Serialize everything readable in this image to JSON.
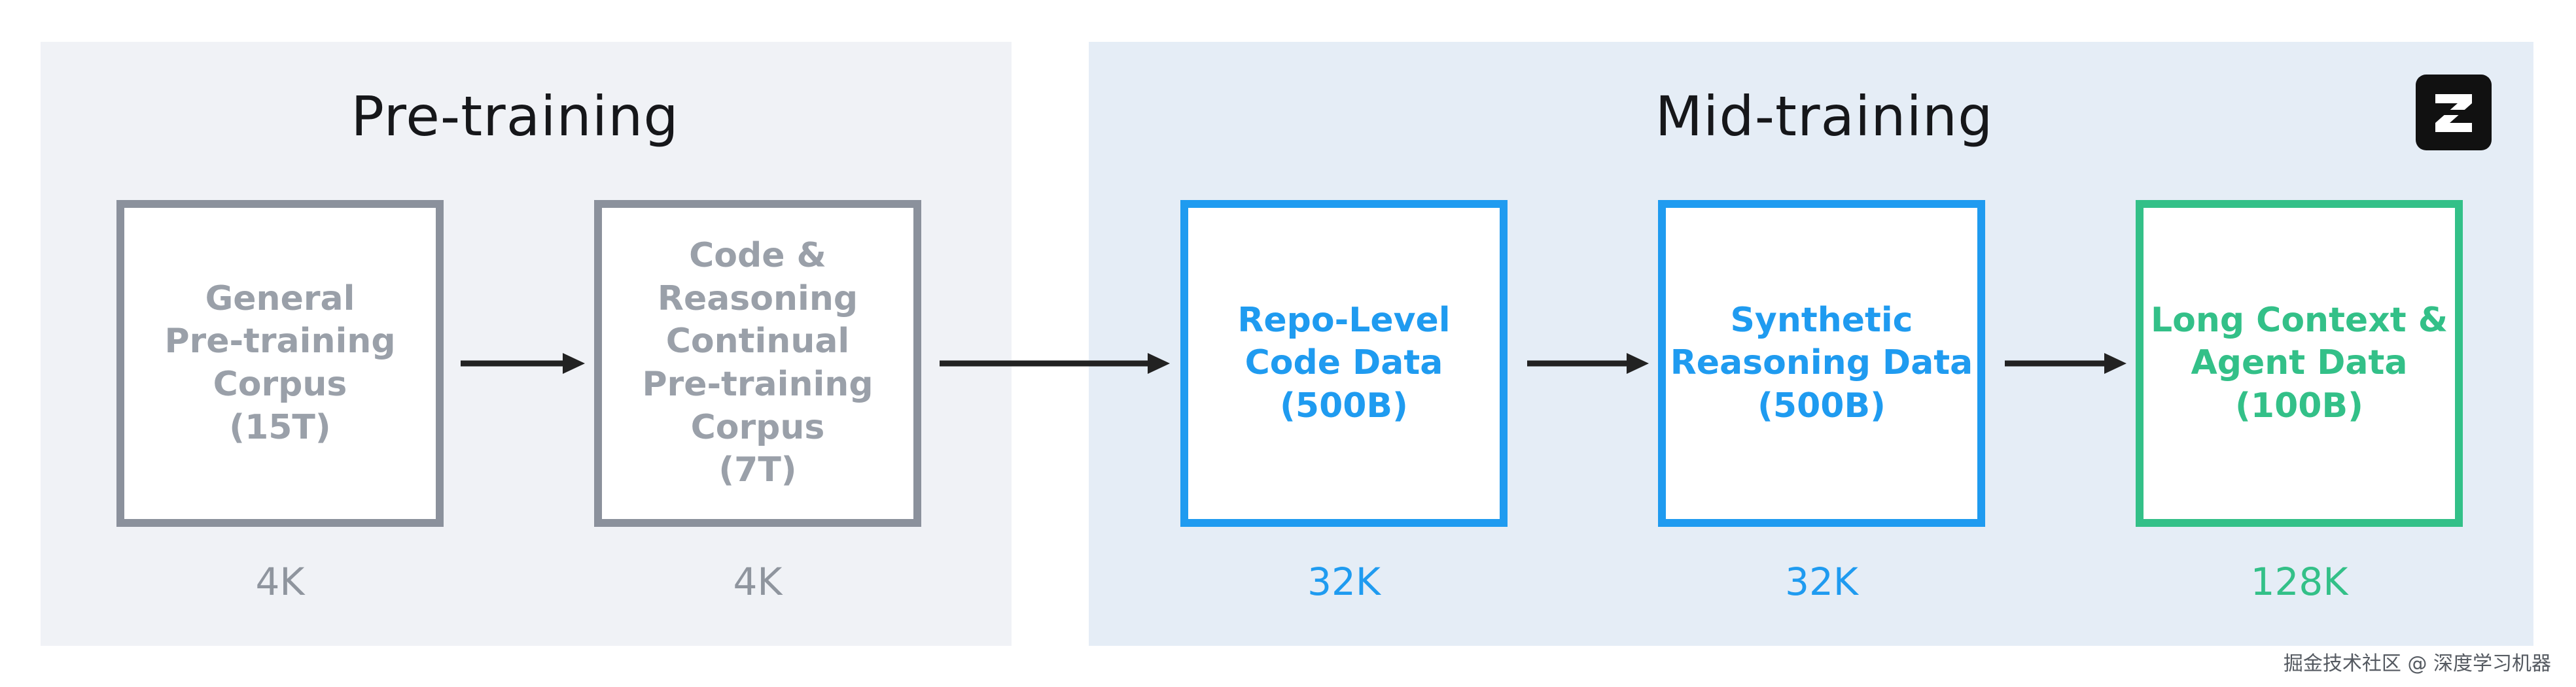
{
  "panels": {
    "pre": {
      "title": "Pre-training"
    },
    "mid": {
      "title": "Mid-training"
    }
  },
  "stages": [
    {
      "label": "General\nPre-training\nCorpus\n(15T)",
      "context": "4K",
      "color": "#8b919c"
    },
    {
      "label": "Code &\nReasoning\nContinual\nPre-training\nCorpus\n(7T)",
      "context": "4K",
      "color": "#8b919c"
    },
    {
      "label": "Repo-Level\nCode Data\n(500B)",
      "context": "32K",
      "color": "#1f9bf0"
    },
    {
      "label": "Synthetic\nReasoning Data\n(500B)",
      "context": "32K",
      "color": "#1f9bf0"
    },
    {
      "label": "Long Context &\nAgent Data\n(100B)",
      "context": "128K",
      "color": "#33c088"
    }
  ],
  "colors": {
    "arrow": "#222222",
    "pre_bg": "#f0f2f6",
    "mid_bg": "#e5edf6"
  },
  "icons": {
    "logo": "z-logo-icon"
  },
  "watermark": "掘金技术社区 @ 深度学习机器"
}
